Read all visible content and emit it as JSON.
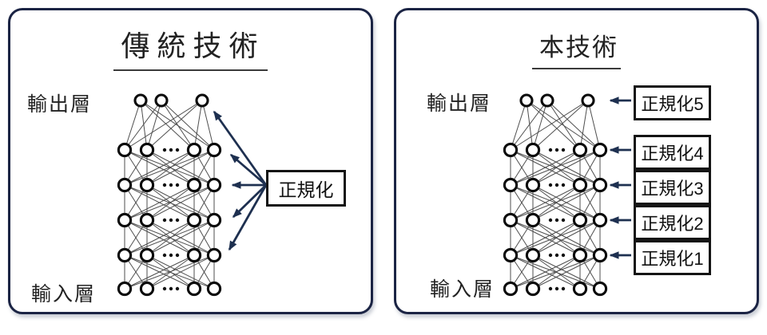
{
  "colors": {
    "background": "#ffffff",
    "panel_border": "#1b2444",
    "arrow": "#1e3050",
    "box_border": "#141414",
    "node_stroke": "#0b0b0b",
    "edge": "#4f4f4f",
    "text": "#222222"
  },
  "panels": {
    "left": {
      "title": "傳統技術",
      "output_layer_label": "輸出層",
      "input_layer_label": "輸入層",
      "normalization_box_label": "正規化"
    },
    "right": {
      "title": "本技術",
      "output_layer_label": "輸出層",
      "input_layer_label": "輸入層",
      "normalization_box_labels": [
        "正規化5",
        "正規化4",
        "正規化3",
        "正規化2",
        "正規化1"
      ]
    }
  },
  "network": {
    "layers": [
      {
        "name": "output",
        "nodes": 3,
        "dots": false
      },
      {
        "name": "hidden-4",
        "nodes": 4,
        "dots": true
      },
      {
        "name": "hidden-3",
        "nodes": 4,
        "dots": true
      },
      {
        "name": "hidden-2",
        "nodes": 4,
        "dots": true
      },
      {
        "name": "hidden-1",
        "nodes": 4,
        "dots": true
      },
      {
        "name": "input",
        "nodes": 4,
        "dots": true
      }
    ]
  }
}
